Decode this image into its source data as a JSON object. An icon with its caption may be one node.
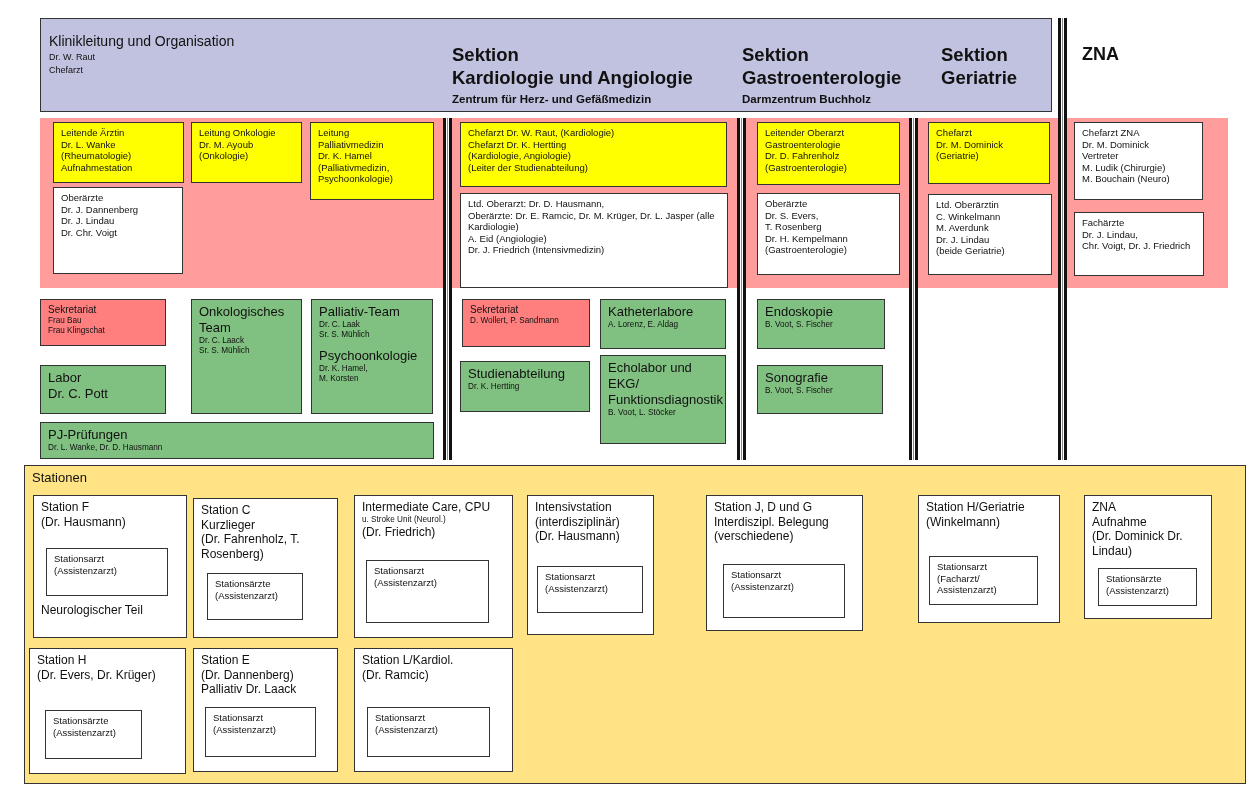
{
  "diagram": {
    "nodes": [
      {
        "text": [
          "Klinikleitung und Organisation",
          "Dr. W. Raut",
          "Chefarzt",
          "Sektion",
          "Kardiologie und Angiologie",
          "Zentrum für Herz- und Gefäßmedizin",
          "Sektion",
          "Gastroenterologie",
          "Darmzentrum Buchholz",
          "Sektion",
          "Geriatrie"
        ]
      },
      {
        "text": [],
        "shape": "bar"
      },
      {
        "text": [
          "Leitende Ärztin",
          "Dr. L. Wanke",
          "(Rheumatologie)",
          "Aufnahmestation"
        ],
        "in": 1
      },
      {
        "text": [
          "Oberärzte",
          "Dr. J. Dannenberg",
          "Dr. J. Lindau",
          "Dr. Chr. Voigt"
        ],
        "in": 1
      },
      {
        "text": [
          "Leitung Onkologie",
          "Dr. M. Ayoub",
          "(Onkologie)"
        ],
        "in": 1
      },
      {
        "text": [
          "Leitung",
          "Palliativmedizin",
          "Dr. K. Hamel",
          "(Palliativmedizin, Psychoonkologie)"
        ],
        "in": 1
      },
      {
        "text": [
          "Chefarzt Dr. W. Raut, (Kardiologie)",
          "Chefarzt Dr. K. Hertting",
          "(Kardiologie, Angiologie)",
          "(Leiter der Studienabteilung)"
        ],
        "in": 1
      },
      {
        "text": [
          "Ltd. Oberarzt: Dr. D. Hausmann,",
          "Oberärzte: Dr. E. Ramcic, Dr. M. Krüger, Dr. L. Jasper (alle Kardiologie)",
          "A. Eid (Angiologie)",
          "Dr. J. Friedrich (Intensivmedizin)"
        ],
        "in": 1
      },
      {
        "text": [
          "Leitender Oberarzt",
          "Gastroenterologie",
          "Dr. D. Fahrenholz",
          "(Gastroenterologie)"
        ],
        "in": 1
      },
      {
        "text": [
          "Oberärzte",
          "Dr. S. Evers,",
          "T. Rosenberg",
          "Dr. H. Kempelmann",
          "(Gastroenterologie)"
        ],
        "in": 1
      },
      {
        "text": [
          "Chefarzt",
          "Dr. M. Dominick",
          "(Geriatrie)"
        ],
        "in": 1
      },
      {
        "text": [
          "Ltd. Oberärztin",
          "C. Winkelmann",
          "M. Averdunk",
          "Dr. J. Lindau",
          "(beide Geriatrie)"
        ],
        "in": 1
      },
      {
        "text": [
          "Chefarzt ZNA",
          "Dr. M. Dominick",
          "Vertreter",
          "M. Ludik (Chirurgie)",
          "M. Bouchain (Neuro)"
        ],
        "in": 1
      },
      {
        "text": [
          "Fachärzte",
          "Dr. J. Lindau,",
          "Chr. Voigt, Dr. J. Friedrich"
        ],
        "in": 1
      },
      {
        "text": [
          "Sekretariat",
          "Frau Bau",
          "Frau Klingschat"
        ]
      },
      {
        "text": [
          "Onkologisches Team",
          "Dr. C. Laack",
          "Sr. S. Mühlich"
        ]
      },
      {
        "text": [
          "Palliativ-Team",
          "Dr. C. Laak",
          "Sr. S. Mühlich",
          "Psychoonkologie",
          "Dr. K. Hamel,",
          "M. Korsten"
        ]
      },
      {
        "text": [
          "Labor",
          "Dr. C. Pott"
        ]
      },
      {
        "text": [
          "PJ-Prüfungen",
          "Dr. L. Wanke, Dr. D. Hausmann"
        ]
      },
      {
        "text": [
          "Sekretariat",
          "D. Wollert, P. Sandmann"
        ]
      },
      {
        "text": [
          "Katheterlabore",
          "A. Lorenz, E. Aldag"
        ]
      },
      {
        "text": [
          "Studienabteilung",
          "Dr. K. Hertting"
        ]
      },
      {
        "text": [
          "Echolabor und EKG/ Funktionsdiagnostik",
          "B. Voot, L. Stöcker"
        ]
      },
      {
        "text": [
          "Endoskopie",
          "B. Voot, S. Fischer"
        ]
      },
      {
        "text": [
          "Sonografie",
          "B. Voot, S. Fischer"
        ]
      },
      {
        "text": [
          "Stationen"
        ]
      },
      {
        "text": [
          "Station F",
          "(Dr. Hausmann)",
          "Neurologischer Teil"
        ],
        "in": 25
      },
      {
        "text": [
          "Stationsarzt",
          "(Assistenzarzt)"
        ],
        "in": 26
      },
      {
        "text": [
          "Station C",
          "Kurzlieger",
          "(Dr. Fahrenholz, T. Rosenberg)"
        ],
        "in": 25
      },
      {
        "text": [
          "Stationsärzte",
          "(Assistenzarzt)"
        ],
        "in": 28
      },
      {
        "text": [
          "Intermediate Care, CPU",
          "u. Stroke Unit (Neurol.)",
          "(Dr. Friedrich)"
        ],
        "in": 25
      },
      {
        "text": [
          "Stationsarzt",
          "(Assistenzarzt)"
        ],
        "in": 30
      },
      {
        "text": [
          "Intensivstation",
          "(interdisziplinär)",
          "(Dr. Hausmann)"
        ],
        "in": 25
      },
      {
        "text": [
          "Stationsarzt",
          "(Assistenzarzt)"
        ],
        "in": 32
      },
      {
        "text": [
          "Station J, D und G",
          "Interdiszipl. Belegung",
          "(verschiedene)"
        ],
        "in": 25
      },
      {
        "text": [
          "Stationsarzt",
          "(Assistenzarzt)"
        ],
        "in": 34
      },
      {
        "text": [
          "Station H/Geriatrie",
          "(Winkelmann)"
        ],
        "in": 25
      },
      {
        "text": [
          "Stationsarzt",
          "(Facharzt/ Assistenzarzt)"
        ],
        "in": 36
      },
      {
        "text": [
          "ZNA",
          "Aufnahme",
          "(Dr. Dominick Dr. Lindau)"
        ],
        "in": 25
      },
      {
        "text": [
          "Stationsärzte",
          "(Assistenzarzt)"
        ],
        "in": 38
      },
      {
        "text": [
          "Station H",
          "(Dr. Evers, Dr. Krüger)"
        ],
        "in": 25
      },
      {
        "text": [
          "Stationsärzte",
          "(Assistenzarzt)"
        ],
        "in": 40
      },
      {
        "text": [
          "Station E",
          "(Dr. Dannenberg)",
          "Palliativ Dr. Laack"
        ],
        "in": 25
      },
      {
        "text": [
          "Stationsarzt",
          "(Assistenzarzt)"
        ],
        "in": 42
      },
      {
        "text": [
          "Station L/Kardiol.",
          "(Dr. Ramcic)"
        ],
        "in": 25
      },
      {
        "text": [
          "Stationsarzt",
          "(Assistenzarzt)"
        ],
        "in": 44
      }
    ],
    "labels": [
      "ZNA"
    ]
  }
}
